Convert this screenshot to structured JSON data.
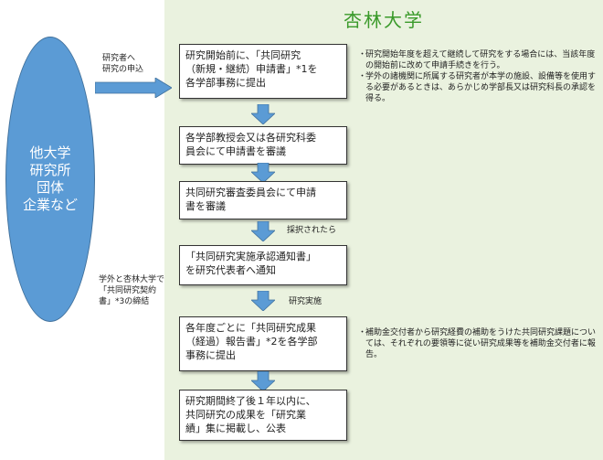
{
  "header": {
    "university": "杏林大学"
  },
  "left_entity": {
    "lines": [
      "他大学",
      "研究所",
      "団体",
      "企業など"
    ]
  },
  "left_notes": {
    "application": [
      "研究者へ",
      "研究の申込"
    ],
    "contract": [
      "学外と杏林大学で",
      "「共同研究契約",
      "書」*3の締結"
    ]
  },
  "steps": [
    {
      "lines": [
        "研究開始前に、「共同研究",
        "（新規・継続）申請書」*1を",
        "各学部事務に提出"
      ]
    },
    {
      "lines": [
        "各学部教授会又は各研究科委",
        "員会にて申請書を審議"
      ]
    },
    {
      "lines": [
        "共同研究審査委員会にて申請",
        "書を審議"
      ]
    },
    {
      "lines": [
        "「共同研究実施承認通知書」",
        "を研究代表者へ通知"
      ]
    },
    {
      "lines": [
        "各年度ごとに「共同研究成果",
        "（経過）報告書」*2を各学部",
        "事務に提出"
      ]
    },
    {
      "lines": [
        "研究期間終了後１年以内に、",
        "共同研究の成果を「研究業",
        "績」集に掲載し、公表"
      ]
    }
  ],
  "arrow_labels": {
    "approved": "採択されたら",
    "implementation": "研究実施"
  },
  "right_notes_top": [
    "研究開始年度を超えて継続して研究をする場合には、当該年度の開始前に改めて申請手続きを行う。",
    "学外の諸機関に所属する研究者が本学の施設、設備等を使用する必要があるときは、あらかじめ学部長又は研究科長の承認を得る。"
  ],
  "right_notes_bottom": [
    "補助金交付者から研究経費の補助をうけた共同研究課題については、それぞれの要領等に従い研究成果等を補助金交付者に報告。"
  ],
  "colors": {
    "arrow": "#5b9bd5",
    "panel": "#eaf2df",
    "title": "#3a9a2a"
  }
}
